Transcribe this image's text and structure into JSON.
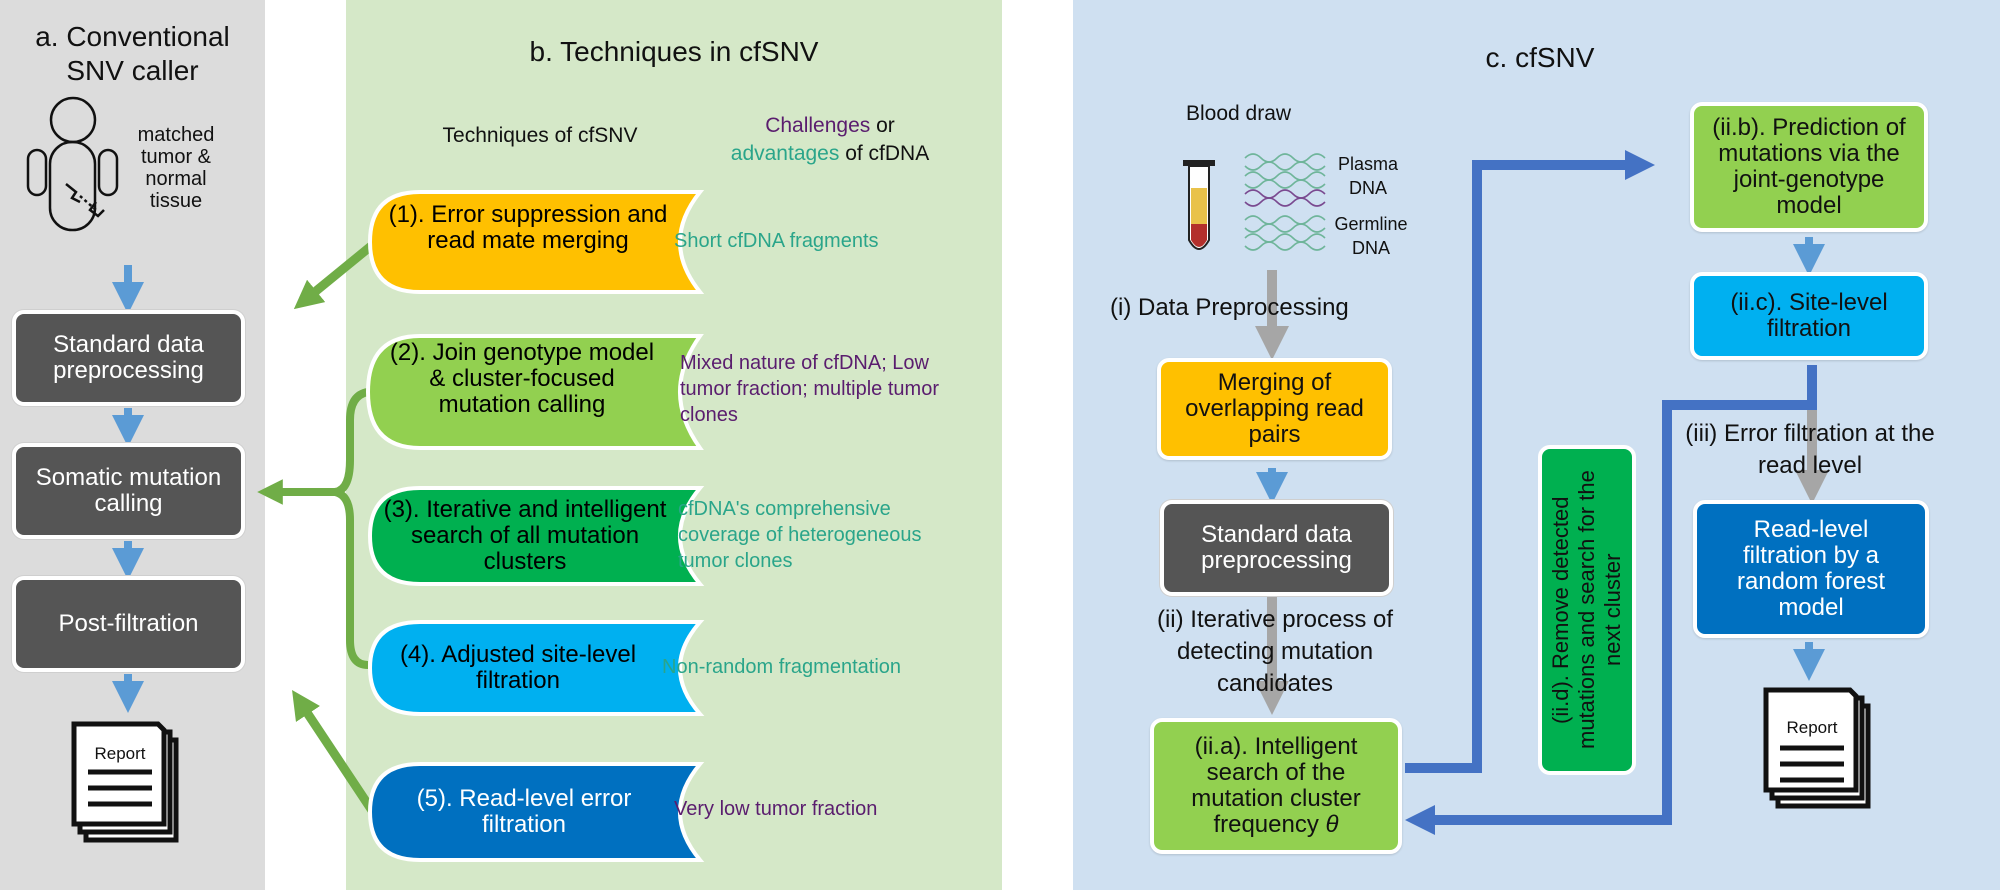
{
  "colors": {
    "panel_a_bg": "#dcdcdc",
    "panel_b_bg": "#d5e8c8",
    "panel_c_bg": "#cfe0f1",
    "dark_box": "#555555",
    "orange": "#ffc000",
    "light_green": "#92d050",
    "green": "#00b050",
    "cyan": "#00b0f0",
    "blue": "#0070c0",
    "arrow_blue": "#5b9bd5",
    "arrow_green": "#70ad47",
    "arrow_gray": "#a6a6a6",
    "purple_text": "#5a1d6e",
    "teal_text": "#2aa58a"
  },
  "panel_a": {
    "title_line1": "a. Conventional",
    "title_line2": "SNV caller",
    "tissue_line1": "matched",
    "tissue_line2": "tumor &",
    "tissue_line3": "normal",
    "tissue_line4": "tissue",
    "step1": "Standard data preprocessing",
    "step2": "Somatic mutation calling",
    "step3": "Post-filtration",
    "report": "Report"
  },
  "panel_b": {
    "title": "b. Techniques in cfSNV",
    "col1_header": "Techniques of cfSNV",
    "col2_header_word1": "Challenges",
    "col2_header_word2": " or",
    "col2_header_word3": "advantages",
    "col2_header_word4": " of cfDNA",
    "techniques": [
      {
        "label": "(1). Error suppression and read mate merging",
        "note": "Short cfDNA fragments",
        "color": "#ffc000",
        "note_color": "#2aa58a"
      },
      {
        "label": "(2). Join genotype model & cluster-focused mutation calling",
        "note": "Mixed nature of cfDNA; Low tumor fraction; multiple tumor clones",
        "color": "#92d050",
        "note_color": "#5a1d6e"
      },
      {
        "label": "(3). Iterative and intelligent search of all mutation clusters",
        "note": "cfDNA's comprehensive coverage of heterogeneous tumor clones",
        "color": "#00b050",
        "note_color": "#2aa58a"
      },
      {
        "label": "(4). Adjusted site-level filtration",
        "note": "Non-random fragmentation",
        "color": "#00b0f0",
        "note_color": "#2aa58a"
      },
      {
        "label": "(5). Read-level error filtration",
        "note": "Very low tumor fraction",
        "color": "#0070c0",
        "note_color": "#5a1d6e"
      }
    ]
  },
  "panel_c": {
    "title": "c. cfSNV",
    "blood_draw": "Blood draw",
    "plasma_dna": "Plasma DNA",
    "germline_dna": "Germline DNA",
    "step_i": "(i) Data Preprocessing",
    "merging": "Merging of overlapping read pairs",
    "standard": "Standard data preprocessing",
    "step_ii": "(ii) Iterative process of detecting mutation candidates",
    "ii_a": "(ii.a). Intelligent search of the mutation cluster frequency",
    "theta": "θ",
    "ii_b": "(ii.b). Prediction of mutations via the joint-genotype model",
    "ii_c": "(ii.c). Site-level filtration",
    "ii_d": "(ii.d). Remove detected mutations and search for the next cluster",
    "step_iii": "(iii) Error filtration at the read level",
    "read_level": "Read-level filtration by a random forest model",
    "report": "Report"
  }
}
